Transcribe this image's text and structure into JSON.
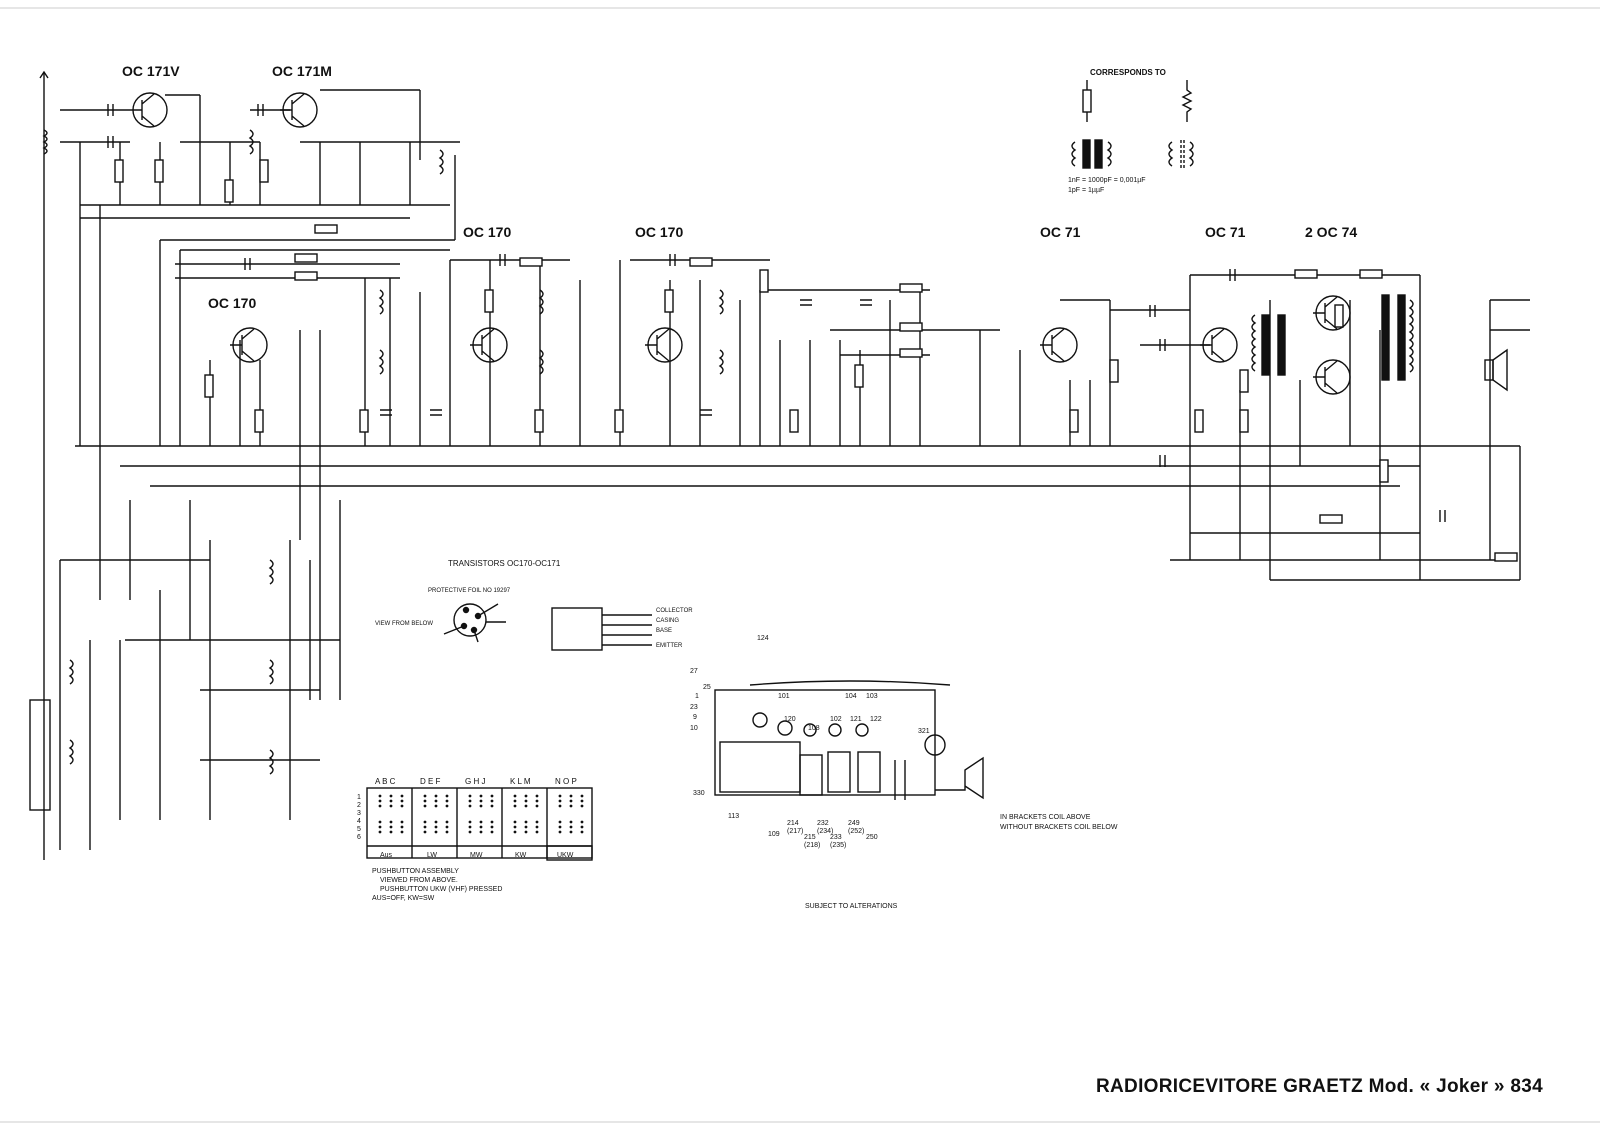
{
  "title": "RADIORICEVITORE GRAETZ Mod. « Joker » 834",
  "transistors": [
    {
      "id": "t1",
      "label": "OC 171V"
    },
    {
      "id": "t2",
      "label": "OC 171M"
    },
    {
      "id": "t3",
      "label": "OC 170"
    },
    {
      "id": "t4",
      "label": "OC 170"
    },
    {
      "id": "t5",
      "label": "OC 170"
    },
    {
      "id": "t6",
      "label": "OC 71"
    },
    {
      "id": "t7",
      "label": "OC 71"
    },
    {
      "id": "t8",
      "label": "2 OC 74"
    }
  ],
  "legend": {
    "header": "CORRESPONDS TO",
    "eq1": "1nF = 1000pF = 0,001µF",
    "eq2": "1pF = 1µµF"
  },
  "pinout": {
    "header": "TRANSISTORS OC170-OC171",
    "note": "PROTECTIVE FOIL NO 19297",
    "view": "VIEW FROM BELOW",
    "pins": [
      "COLLECTOR",
      "CASING",
      "BASE",
      "EMITTER"
    ]
  },
  "pushbutton": {
    "columns": [
      "A B C",
      "D E F",
      "G H J",
      "K L M",
      "N O P"
    ],
    "bands": [
      "Aus",
      "LW",
      "MW",
      "KW",
      "UKW"
    ],
    "rows": [
      "1",
      "2",
      "3",
      "4",
      "5",
      "6"
    ],
    "caption": [
      "PUSHBUTTON ASSEMBLY",
      "VIEWED FROM ABOVE.",
      "PUSHBUTTON UKW (VHF) PRESSED",
      "AUS=OFF, KW=SW"
    ]
  },
  "notes": {
    "brackets1": "IN BRACKETS COIL ABOVE",
    "brackets2": "WITHOUT BRACKETS COIL BELOW",
    "alterations": "SUBJECT TO ALTERATIONS"
  },
  "chassis_labels": [
    "27",
    "25",
    "1",
    "9",
    "23",
    "10",
    "330",
    "113",
    "124",
    "101",
    "104",
    "103",
    "120",
    "102",
    "108",
    "121",
    "122",
    "321",
    "109",
    "214",
    "(217)",
    "215",
    "(218)",
    "232",
    "(234)",
    "233",
    "(235)",
    "249",
    "(252)",
    "250"
  ]
}
